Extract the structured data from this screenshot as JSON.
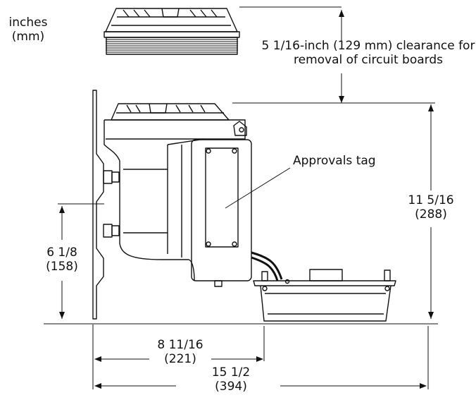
{
  "units": {
    "line1": "inches",
    "line2": "(mm)"
  },
  "clearance": {
    "line1": "5 1/16-inch (129 mm) clearance for",
    "line2": "removal of circuit boards"
  },
  "approvals_tag": "Approvals tag",
  "dim_height": {
    "inches": "11 5/16",
    "mm": "(288)"
  },
  "dim_mount": {
    "inches": "6 1/8",
    "mm": "(158)"
  },
  "dim_depth": {
    "inches": "8 11/16",
    "mm": "(221)"
  },
  "dim_total": {
    "inches": "15 1/2",
    "mm": "(394)"
  }
}
